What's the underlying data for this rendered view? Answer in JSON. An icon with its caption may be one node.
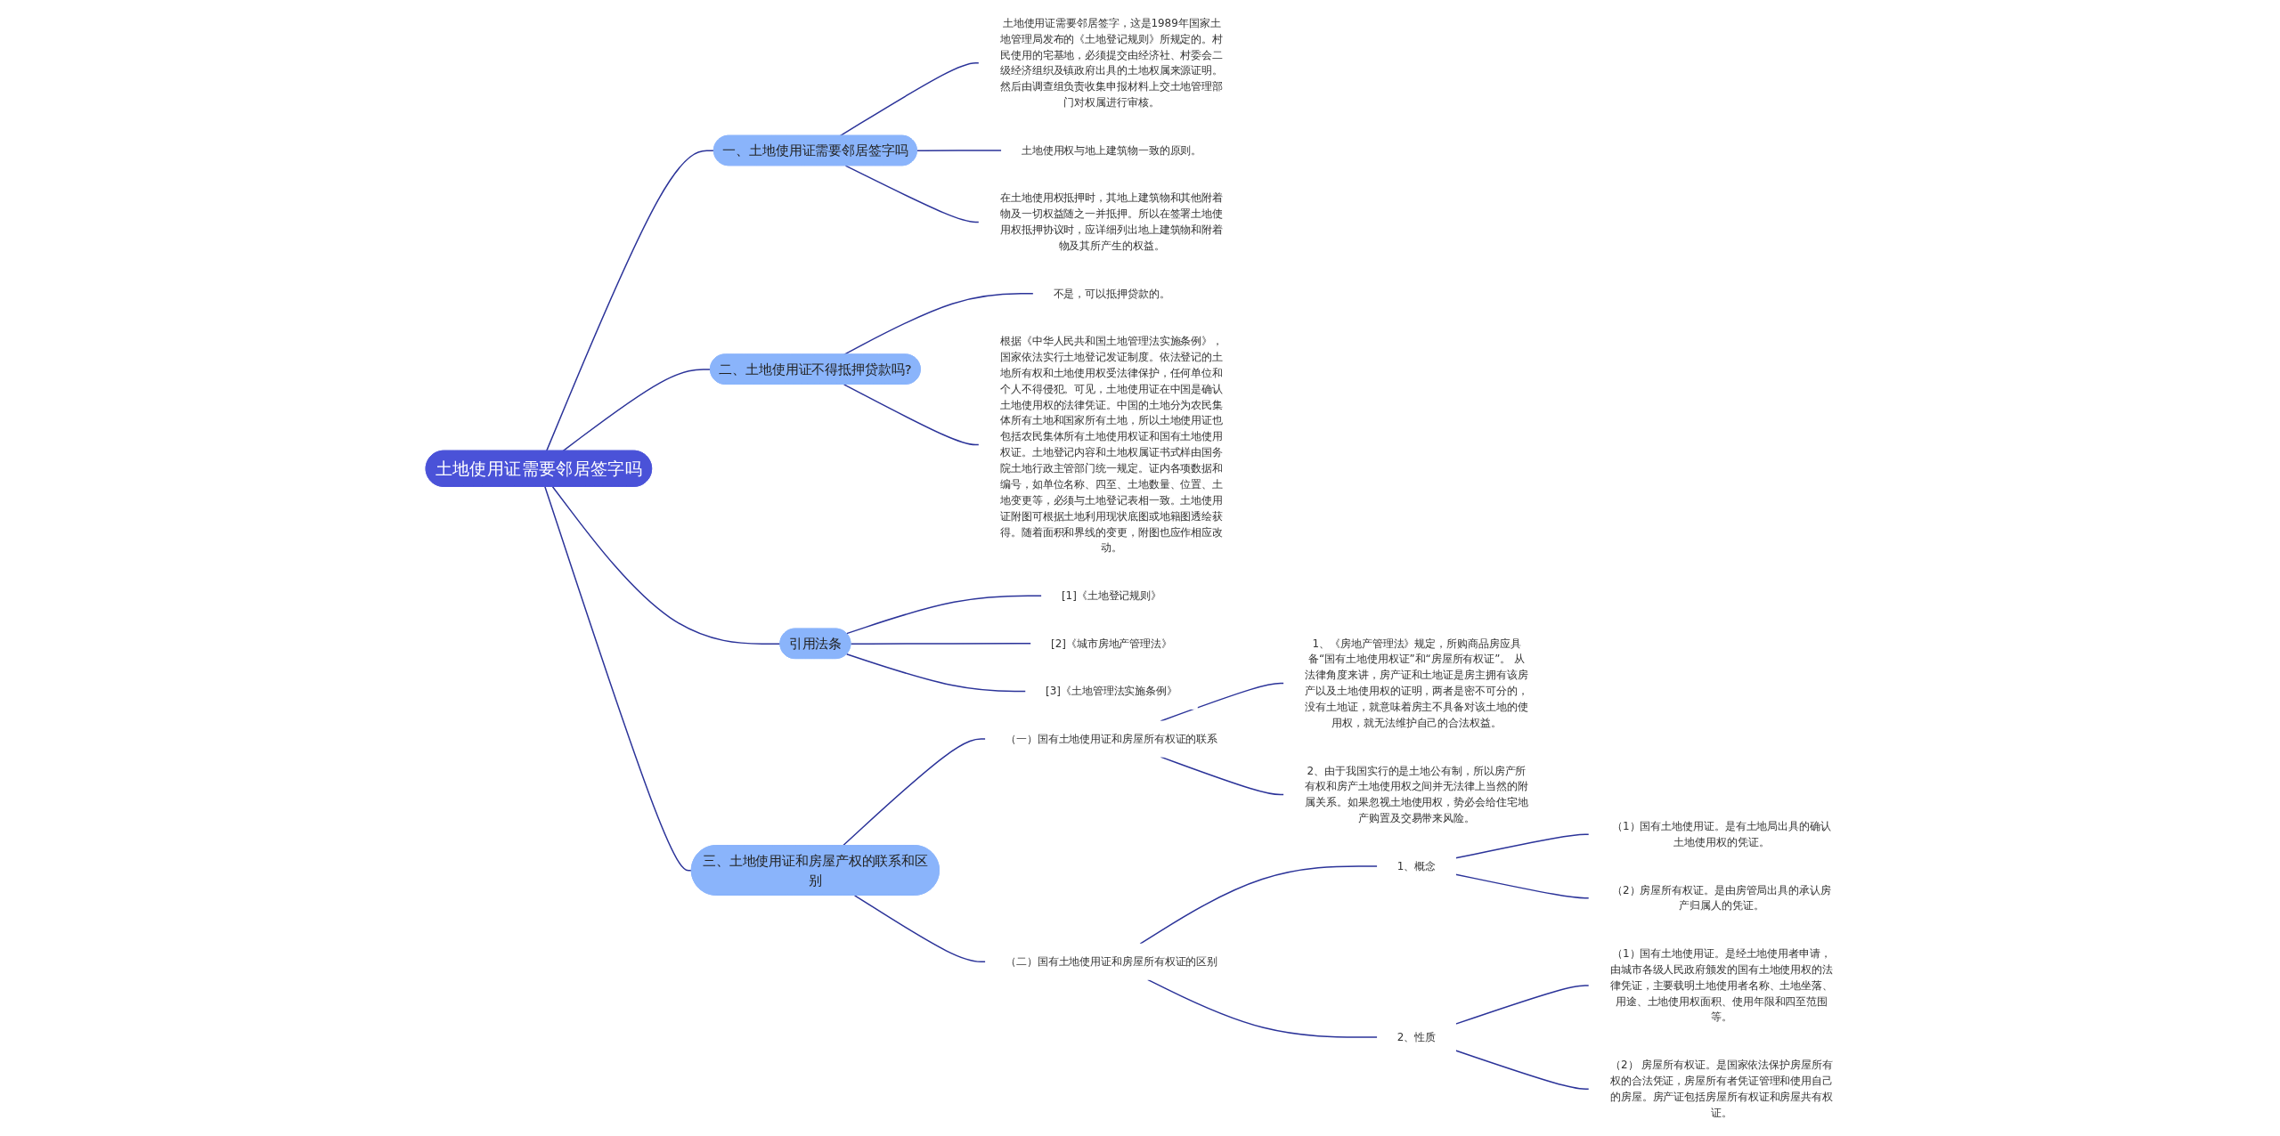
{
  "diagram": {
    "nodes": [
      {
        "text": [
          "土地使用证需要邻居签字吗"
        ]
      },
      {
        "text": [
          "一、土地使用证需要邻居签字吗"
        ]
      },
      {
        "text": [
          "土地使用证需要邻居签字，这是1989年国家土地管理局发布的《土地登记规则》所规定的。村民使用的宅基地，必须提交由经济社、村委会二级经济组织及镇政府出具的土地权属来源证明。然后由调查组负责收集申报材料上交土地管理部门对权属进行审核。"
        ]
      },
      {
        "text": [
          "土地使用权与地上建筑物一致的原则。"
        ]
      },
      {
        "text": [
          "在土地使用权抵押时，其地上建筑物和其他附着物及一切权益随之一并抵押。所以在签署土地使用权抵押协议时，应详细列出地上建筑物和附着物及其所产生的权益。"
        ]
      },
      {
        "text": [
          "二、土地使用证不得抵押贷款吗?"
        ]
      },
      {
        "text": [
          "不是，可以抵押贷款的。"
        ]
      },
      {
        "text": [
          "根据《中华人民共和国土地管理法实施条例》，国家依法实行土地登记发证制度。依法登记的土地所有权和土地使用权受法律保护，任何单位和个人不得侵犯。可见，土地使用证在中国是确认土地使用权的法律凭证。中国的土地分为农民集体所有土地和国家所有土地，所以土地使用证也包括农民集体所有土地使用权证和国有土地使用权证。土地登记内容和土地权属证书式样由国务院土地行政主管部门统一规定。证内各项数据和编号，如单位名称、四至、土地数量、位置、土地变更等，必须与土地登记表相一致。土地使用证附图可根据土地利用现状底图或地籍图透绘获得。随着面积和界线的变更，附图也应作相应改动。"
        ]
      },
      {
        "text": [
          "引用法条"
        ]
      },
      {
        "text": [
          "[1]《土地登记规则》"
        ]
      },
      {
        "text": [
          "[2]《城市房地产管理法》"
        ]
      },
      {
        "text": [
          "[3]《土地管理法实施条例》"
        ]
      },
      {
        "text": [
          "三、土地使用证和房屋产权的联系和区别"
        ]
      },
      {
        "text": [
          "（一）国有土地使用证和房屋所有权证的联系"
        ]
      },
      {
        "text": [
          "1、《房地产管理法》规定，所购商品房应具备“国有土地使用权证”和“房屋所有权证”。 从法律角度来讲，房产证和土地证是房主拥有该房产以及土地使用权的证明，两者是密不可分的，没有土地证，就意味着房主不具备对该土地的使用权，就无法维护自己的合法权益。"
        ]
      },
      {
        "text": [
          "2、由于我国实行的是土地公有制，所以房产所有权和房产土地使用权之间并无法律上当然的附属关系。如果忽视土地使用权，势必会给住宅地产购置及交易带来风险。"
        ]
      },
      {
        "text": [
          "（二）国有土地使用证和房屋所有权证的区别"
        ]
      },
      {
        "text": [
          "1、概念"
        ]
      },
      {
        "text": [
          "（1）国有土地使用证。是有土地局出具的确认土地使用权的凭证。"
        ]
      },
      {
        "text": [
          "（2）房屋所有权证。是由房管局出具的承认房产归属人的凭证。"
        ]
      },
      {
        "text": [
          "2、性质"
        ]
      },
      {
        "text": [
          "（1）国有土地使用证。是经土地使用者申请，由城市各级人民政府颁发的国有土地使用权的法律凭证，主要载明土地使用者名称、土地坐落、用途、土地使用权面积、使用年限和四至范围等。"
        ]
      },
      {
        "text": [
          "（2） 房屋所有权证。是国家依法保护房屋所有权的合法凭证，房屋所有者凭证管理和使用自己的房屋。房产证包括房屋所有权证和房屋共有权证。"
        ]
      }
    ],
    "edges": [
      {
        "from": 0,
        "to": 1,
        "arrow": "none"
      },
      {
        "from": 1,
        "to": 2,
        "arrow": "none"
      },
      {
        "from": 1,
        "to": 3,
        "arrow": "none"
      },
      {
        "from": 1,
        "to": 4,
        "arrow": "none"
      },
      {
        "from": 0,
        "to": 5,
        "arrow": "none"
      },
      {
        "from": 5,
        "to": 6,
        "arrow": "none"
      },
      {
        "from": 5,
        "to": 7,
        "arrow": "none"
      },
      {
        "from": 0,
        "to": 8,
        "arrow": "none"
      },
      {
        "from": 8,
        "to": 9,
        "arrow": "none"
      },
      {
        "from": 8,
        "to": 10,
        "arrow": "none"
      },
      {
        "from": 8,
        "to": 11,
        "arrow": "none"
      },
      {
        "from": 0,
        "to": 12,
        "arrow": "none"
      },
      {
        "from": 12,
        "to": 13,
        "arrow": "none"
      },
      {
        "from": 13,
        "to": 14,
        "arrow": "none"
      },
      {
        "from": 13,
        "to": 15,
        "arrow": "none"
      },
      {
        "from": 12,
        "to": 16,
        "arrow": "none"
      },
      {
        "from": 16,
        "to": 17,
        "arrow": "none"
      },
      {
        "from": 17,
        "to": 18,
        "arrow": "none"
      },
      {
        "from": 17,
        "to": 19,
        "arrow": "none"
      },
      {
        "from": 16,
        "to": 20,
        "arrow": "none"
      },
      {
        "from": 20,
        "to": 21,
        "arrow": "none"
      },
      {
        "from": 20,
        "to": 22,
        "arrow": "none"
      }
    ]
  }
}
